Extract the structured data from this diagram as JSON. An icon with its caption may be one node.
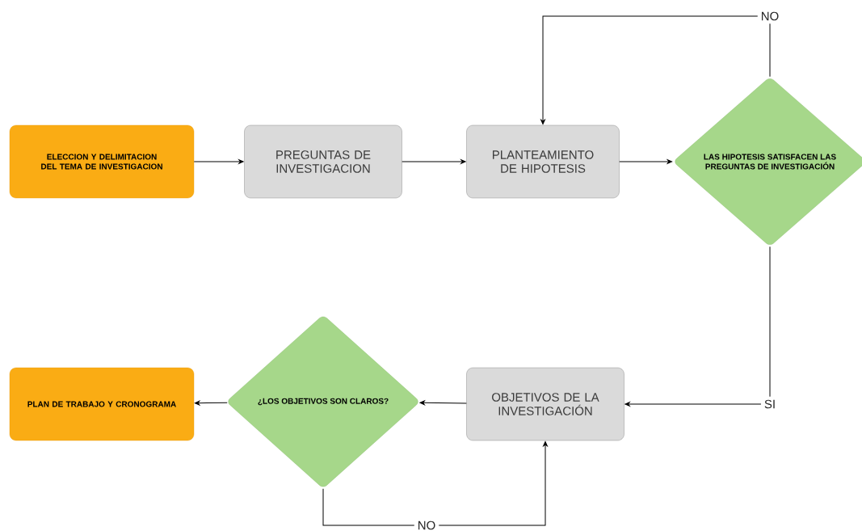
{
  "diagram": {
    "nodes": [
      {
        "text": [
          "ELECCION Y DELIMITACION DEL TEMA DE INVESTIGACION"
        ]
      },
      {
        "text": [
          "PREGUNTAS DE INVESTIGACION"
        ]
      },
      {
        "text": [
          "PLANTEAMIENTO DE HIPOTESIS"
        ]
      },
      {
        "text": [
          "LAS HIPOTESIS SATISFACEN LAS PREGUNTAS DE INVESTIGACIÓN"
        ]
      },
      {
        "text": [
          "OBJETIVOS DE LA INVESTIGACIÓN"
        ]
      },
      {
        "text": [
          "¿LOS OBJETIVOS SON CLAROS?"
        ]
      },
      {
        "text": [
          "PLAN DE TRABAJO Y CRONOGRAMA"
        ]
      }
    ],
    "edges": [
      {
        "from": 0,
        "to": 1,
        "arrow": "to"
      },
      {
        "from": 1,
        "to": 2,
        "arrow": "to"
      },
      {
        "from": 2,
        "to": 3,
        "arrow": "to"
      },
      {
        "from": 3,
        "to": 2,
        "arrow": "to",
        "label": "NO"
      },
      {
        "from": 3,
        "to": 4,
        "arrow": "to",
        "label": "SI"
      },
      {
        "from": 4,
        "to": 5,
        "arrow": "to"
      },
      {
        "from": 5,
        "to": 6,
        "arrow": "to"
      },
      {
        "from": 5,
        "to": 4,
        "arrow": "to",
        "label": "NO"
      }
    ]
  }
}
